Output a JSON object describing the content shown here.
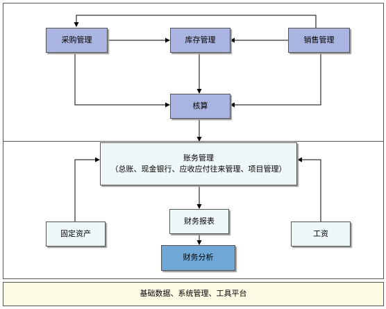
{
  "nodes": {
    "procurement": "采购管理",
    "inventory": "库存管理",
    "sales": "销售管理",
    "accounting": "核算",
    "ledger_title": "账务管理",
    "ledger_detail": "（总账、现金银行、应收应付往来管理、项目管理）",
    "fixed_assets": "固定资产",
    "financial_reports": "财务报表",
    "payroll": "工资",
    "financial_analysis": "财务分析"
  },
  "footer": {
    "platform": "基础数据、系统管理、工具平台"
  },
  "colors": {
    "purple_box": "#aab4e0",
    "pale_box": "#eef8f8",
    "analysis_box": "#6fa8d6",
    "footer_bg": "#fdfbe3"
  }
}
